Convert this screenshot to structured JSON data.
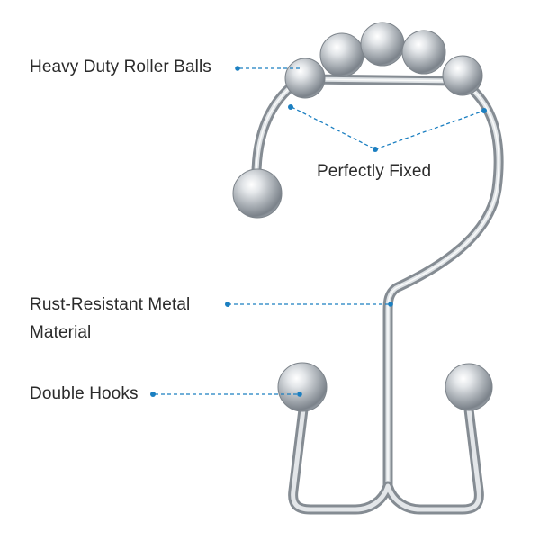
{
  "callouts": {
    "heavy_duty": "Heavy Duty Roller Balls",
    "fixed": "Perfectly Fixed",
    "rust_line1": "Rust-Resistant Metal",
    "rust_line2": "Material",
    "double_hooks": "Double Hooks"
  },
  "colors": {
    "accent": "#1b7fc1",
    "metal_light": "#f2f4f6",
    "metal_mid": "#b7bdc3",
    "metal_dark": "#6f767d",
    "text": "#2b2b2b"
  }
}
